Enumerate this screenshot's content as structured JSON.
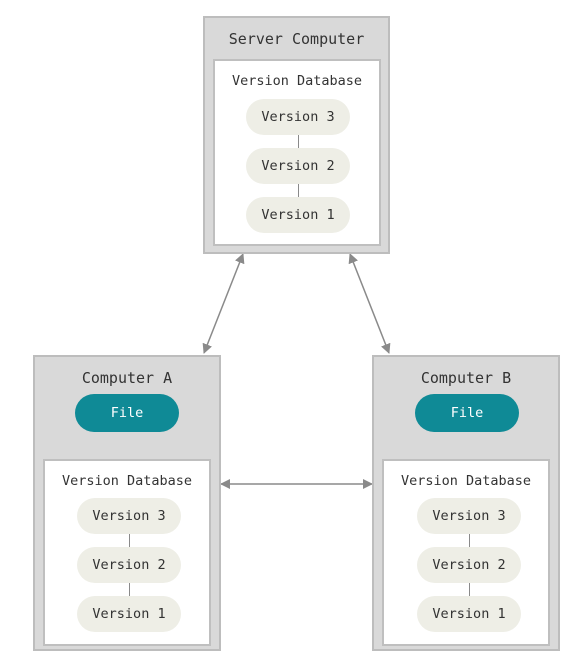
{
  "colors": {
    "computer_bg": "#d9d9d9",
    "database_bg": "#ffffff",
    "version_pill": "#eeeee6",
    "file_pill": "#0f8a96",
    "arrow": "#8a8a8a"
  },
  "server": {
    "title": "Server Computer",
    "database": {
      "title": "Version Database",
      "versions": [
        "Version 3",
        "Version 2",
        "Version 1"
      ]
    }
  },
  "computer_a": {
    "title": "Computer A",
    "file": "File",
    "database": {
      "title": "Version Database",
      "versions": [
        "Version 3",
        "Version 2",
        "Version 1"
      ]
    }
  },
  "computer_b": {
    "title": "Computer B",
    "file": "File",
    "database": {
      "title": "Version Database",
      "versions": [
        "Version 3",
        "Version 2",
        "Version 1"
      ]
    }
  }
}
